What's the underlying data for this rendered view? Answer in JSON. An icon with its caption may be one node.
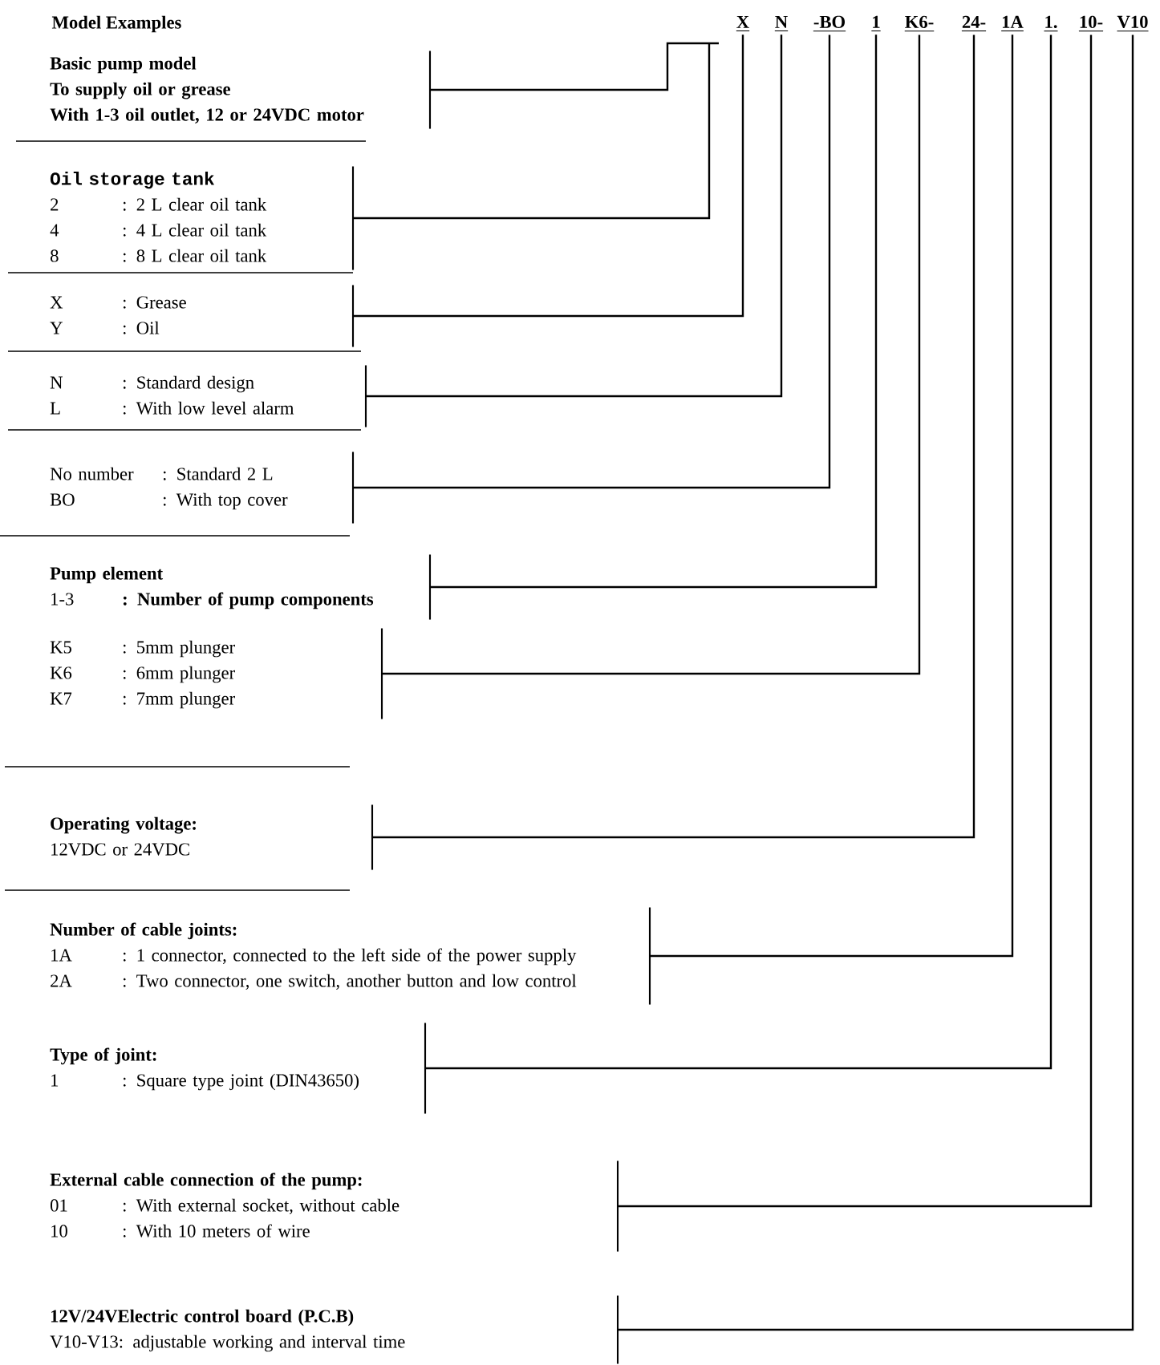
{
  "diagram": {
    "nodes": [
      {
        "text": [
          "X"
        ]
      },
      {
        "text": [
          "N"
        ]
      },
      {
        "text": [
          "-BO"
        ]
      },
      {
        "text": [
          "1"
        ]
      },
      {
        "text": [
          "K6-"
        ]
      },
      {
        "text": [
          "24-"
        ]
      },
      {
        "text": [
          "1A"
        ]
      },
      {
        "text": [
          "1."
        ]
      },
      {
        "text": [
          "10-"
        ]
      },
      {
        "text": [
          "V10"
        ]
      },
      {
        "text": [
          "Basic pump model",
          "To supply oil or grease",
          "With 1-3 oil outlet, 12 or 24VDC motor"
        ]
      },
      {
        "text": [
          "Oil storage tank",
          "2",
          ": 2 L clear oil tank",
          "4",
          ": 4 L clear oil tank",
          "8",
          ": 8 L clear oil tank"
        ]
      },
      {
        "text": [
          "X",
          ": Grease",
          "Y",
          ": Oil"
        ]
      },
      {
        "text": [
          "N",
          ": Standard design",
          "L",
          ": With low level alarm"
        ]
      },
      {
        "text": [
          "No number",
          ": Standard 2 L",
          "BO",
          ": With top cover"
        ]
      },
      {
        "text": [
          "Pump element",
          "1-3",
          ": Number of pump components"
        ]
      },
      {
        "text": [
          "K5",
          ": 5mm plunger",
          "K6",
          ": 6mm plunger",
          "K7",
          ": 7mm plunger"
        ]
      },
      {
        "text": [
          "Operating voltage:",
          "12VDC or 24VDC"
        ]
      },
      {
        "text": [
          "Number of cable joints:",
          "1A",
          ": 1 connector, connected to the left side of the power supply",
          "2A",
          ": Two  connector, one switch, another button and low control"
        ]
      },
      {
        "text": [
          "Type of joint:",
          "1",
          ": Square type joint    (DIN43650)"
        ]
      },
      {
        "text": [
          "External cable connection of the pump:",
          "01",
          ": With external socket, without cable",
          "10",
          ": With 10 meters of wire"
        ]
      },
      {
        "text": [
          "12V/24VElectric control board (P.C.B)",
          "V10-V13: adjustable working and interval time"
        ]
      }
    ],
    "edges": [
      {
        "from": 10,
        "to": null,
        "arrow": "none"
      },
      {
        "from": 11,
        "to": null,
        "arrow": "none"
      },
      {
        "from": 12,
        "to": 0,
        "arrow": "none"
      },
      {
        "from": 13,
        "to": 1,
        "arrow": "none"
      },
      {
        "from": 14,
        "to": 2,
        "arrow": "none"
      },
      {
        "from": 15,
        "to": 3,
        "arrow": "none"
      },
      {
        "from": 16,
        "to": 4,
        "arrow": "none"
      },
      {
        "from": 17,
        "to": 5,
        "arrow": "none"
      },
      {
        "from": 18,
        "to": 6,
        "arrow": "none"
      },
      {
        "from": 19,
        "to": 7,
        "arrow": "none"
      },
      {
        "from": 20,
        "to": 8,
        "arrow": "none"
      },
      {
        "from": 21,
        "to": 9,
        "arrow": "none"
      }
    ],
    "title": "Model Examples"
  }
}
